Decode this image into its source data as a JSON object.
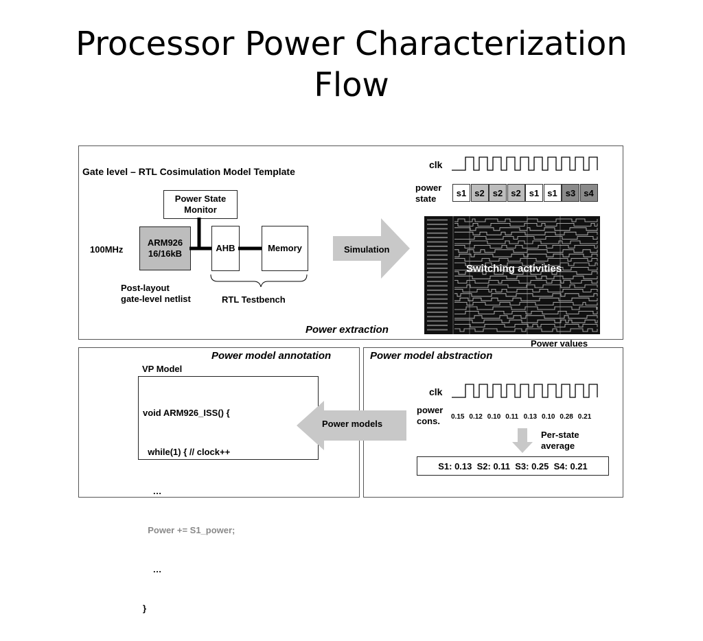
{
  "title": {
    "line1": "Processor Power Characterization",
    "line2": "Flow"
  },
  "top_panel": {
    "heading": "Gate level – RTL Cosimulation Model Template",
    "power_state_monitor": [
      "Power State",
      "Monitor"
    ],
    "clock_label": "100MHz",
    "arm": [
      "ARM926",
      "16/16kB"
    ],
    "ahb": "AHB",
    "memory": "Memory",
    "post_layout": [
      "Post-layout",
      "gate-level netlist"
    ],
    "rtl_testbench": "RTL Testbench",
    "simulation_arrow": "Simulation",
    "clk": "clk",
    "power_state_label": [
      "power",
      "state"
    ],
    "states": [
      {
        "label": "s1",
        "color": "#ffffff"
      },
      {
        "label": "s2",
        "color": "#bdbdbd"
      },
      {
        "label": "s2",
        "color": "#bdbdbd"
      },
      {
        "label": "s2",
        "color": "#bdbdbd"
      },
      {
        "label": "s1",
        "color": "#ffffff"
      },
      {
        "label": "s1",
        "color": "#ffffff"
      },
      {
        "label": "s3",
        "color": "#8a8a8a"
      },
      {
        "label": "s4",
        "color": "#8a8a8a"
      }
    ],
    "switching": "Switching activities",
    "power_extraction": "Power extraction"
  },
  "power_values": "Power values",
  "annotation_panel": {
    "heading": "Power model annotation",
    "model_label": "VP Model",
    "code": [
      "void ARM926_ISS() {",
      "  while(1) { // clock++",
      "    …",
      "  Power += S1_power;",
      "    …",
      "}"
    ]
  },
  "abstraction_panel": {
    "heading": "Power model abstraction",
    "clk": "clk",
    "power_cons_label": [
      "power",
      "cons."
    ],
    "consumption": [
      "0.15",
      "0.12",
      "0.10",
      "0.11",
      "0.13",
      "0.10",
      "0.28",
      "0.21"
    ],
    "per_state": [
      "Per-state",
      "average"
    ],
    "averages": "S1: 0.13  S2: 0.11  S3: 0.25  S4: 0.21"
  },
  "power_models_arrow": "Power models",
  "colors": {
    "arrow": "#c8c8c8",
    "waveform_bg": "#111111"
  }
}
